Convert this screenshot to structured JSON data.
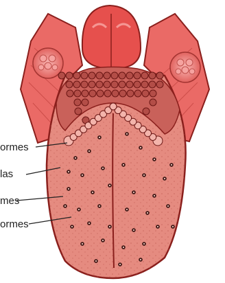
{
  "diagram": {
    "labels": [
      {
        "id": "valladas",
        "text": "ormes"
      },
      {
        "id": "foliadas",
        "text": "las"
      },
      {
        "id": "filiformes",
        "text": "mes"
      },
      {
        "id": "fungiformes",
        "text": "ormes"
      }
    ],
    "colors": {
      "tongue_body": "#e58b80",
      "tongue_edge": "#8a1f1c",
      "root_area": "#e9605c",
      "epiglottis": "#e6504d",
      "tonsil": "#f08a88",
      "lingual_tonsil": "#c9615a",
      "papilla_dot": "#3a1512",
      "background": "#ffffff"
    }
  }
}
